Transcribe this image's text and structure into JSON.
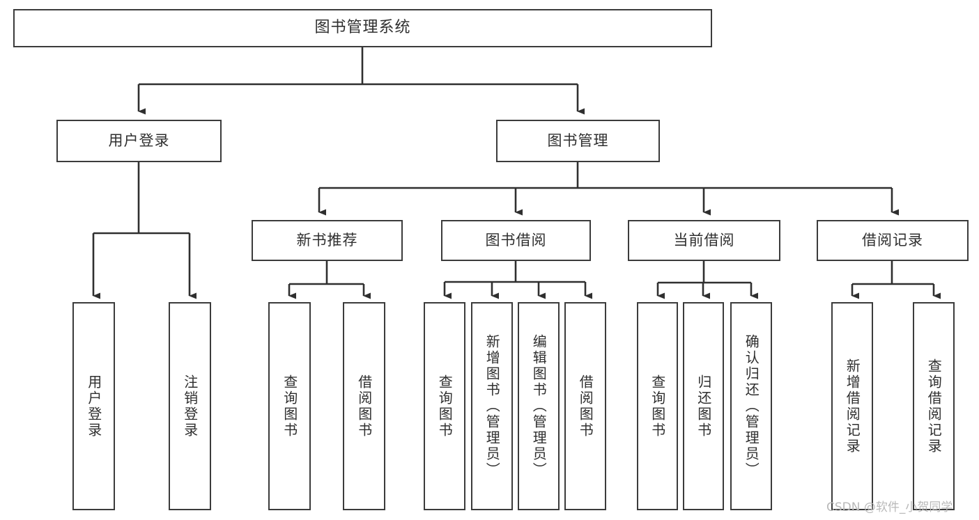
{
  "diagram": {
    "type": "tree-hierarchy-chart",
    "title": "图书管理系统",
    "theme": {
      "background": "#ffffff",
      "box_border": "#3b3b3b",
      "box_fill": "#ffffff",
      "connector": "#2f2f2f",
      "text": "#2f2f2f",
      "watermark": "#b9b9b9"
    },
    "root": {
      "label": "图书管理系统"
    },
    "level2": [
      {
        "label": "用户登录"
      },
      {
        "label": "图书管理"
      }
    ],
    "level3": [
      {
        "label": "新书推荐"
      },
      {
        "label": "图书借阅"
      },
      {
        "label": "当前借阅"
      },
      {
        "label": "借阅记录"
      }
    ],
    "leaves": {
      "user_login": [
        {
          "label": "用户登录"
        },
        {
          "label": "注销登录"
        }
      ],
      "new_book_recommend": [
        {
          "label": "查询图书"
        },
        {
          "label": "借阅图书"
        }
      ],
      "book_borrow": [
        {
          "label": "查询图书"
        },
        {
          "label": "新增图书（管理员）"
        },
        {
          "label": "编辑图书（管理员）"
        },
        {
          "label": "借阅图书"
        }
      ],
      "current_borrow": [
        {
          "label": "查询图书"
        },
        {
          "label": "归还图书"
        },
        {
          "label": "确认归还（管理员）"
        }
      ],
      "borrow_record": [
        {
          "label": "新增借阅记录"
        },
        {
          "label": "查询借阅记录"
        }
      ]
    }
  },
  "watermark": {
    "text": "CSDN @软件_小贺同学"
  }
}
